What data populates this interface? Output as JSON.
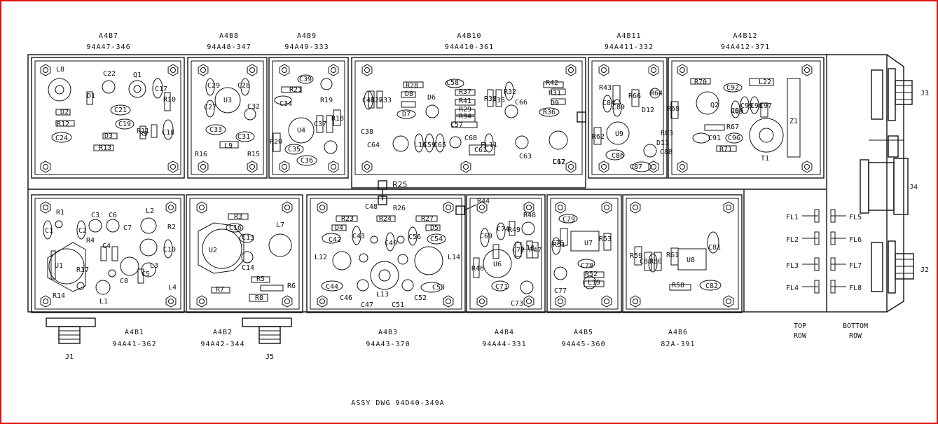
{
  "colors": {
    "frame": "#e01010",
    "ink": "#111111"
  },
  "assembly_drawing": "ASSY DWG 94D40-349A",
  "top_modules": [
    {
      "id": "A4B7",
      "part": "94A47-346"
    },
    {
      "id": "A4B8",
      "part": "94A48-347"
    },
    {
      "id": "A4B9",
      "part": "94A49-333"
    },
    {
      "id": "A4B10",
      "part": "94A410-361"
    },
    {
      "id": "A4B11",
      "part": "94A411-332"
    },
    {
      "id": "A4B12",
      "part": "94A412-371"
    }
  ],
  "bottom_modules": [
    {
      "id": "A4B1",
      "part": "94A41-362"
    },
    {
      "id": "A4B2",
      "part": "94A42-344"
    },
    {
      "id": "A4B3",
      "part": "94A43-370"
    },
    {
      "id": "A4B4",
      "part": "94A44-331"
    },
    {
      "id": "A4B5",
      "part": "94A45-360"
    },
    {
      "id": "A4B6",
      "part": "82A-391"
    }
  ],
  "connectors": {
    "J1": "J1",
    "J5": "J5",
    "J2": "J2",
    "J3": "J3",
    "J4": "J4",
    "R25": "R25",
    "R44": "R44"
  },
  "filter_labels": {
    "top_row": [
      "FL1",
      "FL2",
      "FL3",
      "FL4"
    ],
    "bottom_row": [
      "FL5",
      "FL6",
      "FL7",
      "FL8"
    ],
    "top_row_caption": [
      "TOP",
      "ROW"
    ],
    "bottom_row_caption": [
      "BOTTOM",
      "ROW"
    ]
  },
  "components": {
    "A4B7": [
      "L8",
      "C22",
      "Q1",
      "C17",
      "R10",
      "D1",
      "C21",
      "D2",
      "R12",
      "C19",
      "R11",
      "R9",
      "C18",
      "D3",
      "C24",
      "R13"
    ],
    "A4B8": [
      "U3",
      "C29",
      "C28",
      "C27",
      "C32",
      "C33",
      "C31",
      "L9",
      "R16",
      "R15"
    ],
    "A4B9": [
      "C39",
      "R21",
      "R19",
      "C34",
      "U4",
      "C37",
      "R18",
      "R20",
      "C35",
      "C36",
      "C38"
    ],
    "A4B10": [
      "R28",
      "C58",
      "R42",
      "C41",
      "R22",
      "R33",
      "D8",
      "D6",
      "R37",
      "R41",
      "R29",
      "R34",
      "R38",
      "R35",
      "R32",
      "C66",
      "R31",
      "D9",
      "D7",
      "C57",
      "R36",
      "C64",
      "L16",
      "C59",
      "C65",
      "C68",
      "C61",
      "FL11",
      "C63",
      "C62",
      "L17"
    ],
    "A4B11": [
      "R43",
      "C84",
      "C89",
      "R66",
      "R64",
      "D12",
      "R62",
      "U9",
      "D11",
      "R63",
      "C86",
      "C87",
      "C88"
    ],
    "A4B12": [
      "R70",
      "C92",
      "L22",
      "R68",
      "Q2",
      "C94",
      "R69",
      "C99",
      "C98",
      "C97",
      "Z1",
      "R67",
      "C91",
      "C96",
      "R71",
      "T1"
    ],
    "A4B1": [
      "R1",
      "C3",
      "C6",
      "L2",
      "C1",
      "C2",
      "C7",
      "R2",
      "R4",
      "C4",
      "C10",
      "U1",
      "L3",
      "C5",
      "R17",
      "C8",
      "L4",
      "R14",
      "L1"
    ],
    "A4B2": [
      "R3",
      "C16",
      "L7",
      "U2",
      "C13",
      "C14",
      "R5",
      "R7",
      "R6",
      "R8"
    ],
    "A4B3": [
      "C48",
      "R26",
      "R23",
      "R24",
      "R27",
      "D4",
      "D5",
      "C42",
      "C43",
      "C49",
      "C56",
      "C54",
      "L12",
      "L14",
      "C44",
      "C46",
      "C47",
      "L13",
      "C51",
      "C52",
      "C53"
    ],
    "A4B4": [
      "R48",
      "C69",
      "C74",
      "R49",
      "R46",
      "U6",
      "C72",
      "L18",
      "R47",
      "C71",
      "C73"
    ],
    "A4B5": [
      "C79",
      "R51",
      "C76",
      "U7",
      "R53",
      "C78",
      "R52",
      "L19",
      "C77"
    ],
    "A4B6": [
      "R59",
      "C80",
      "R60",
      "R61",
      "U8",
      "C81",
      "R58",
      "C82"
    ]
  }
}
